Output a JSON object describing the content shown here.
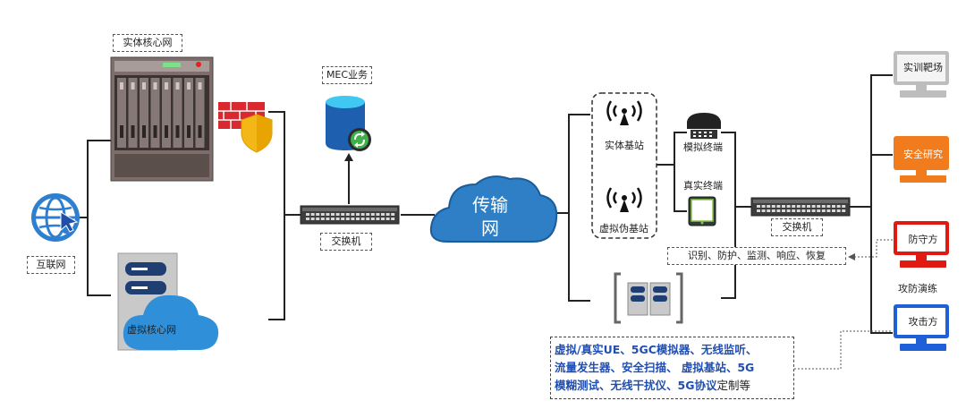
{
  "labels": {
    "physical_core": "实体核心网",
    "internet": "互联网",
    "virtual_core": "虚拟核心网",
    "mec": "MEC业务",
    "switch_left": "交换机",
    "transmission_line1": "传输",
    "transmission_line2": "网",
    "physical_bs": "实体基站",
    "fake_bs": "虚拟伪基站",
    "sim_terminal": "模拟终端",
    "real_terminal": "真实终端",
    "switch_right": "交换机",
    "capabilities": "识别、防护、监测、响应、恢复",
    "range": "实训靶场",
    "security_research": "安全研究",
    "defender": "防守方",
    "drill": "攻防演练",
    "attacker": "攻击方"
  },
  "tools": {
    "line1": "虚拟/真实UE、5GC模拟器、无线监听、",
    "line2": "流量发生器、安全扫描、 虚拟基站、5G",
    "line3_bold": "模糊测试、无线干扰仪、5G协议",
    "line3_tail": "定制等"
  },
  "colors": {
    "monitor_gray": "#bdbdbd",
    "monitor_orange": "#f07c1e",
    "monitor_red": "#e01a12",
    "monitor_blue": "#1f5fd8",
    "cloud_blue": "#2f7fc6",
    "tool_text_blue": "#1f4fb5"
  },
  "icons": [
    "server-rack-icon",
    "firewall-icon",
    "shield-icon",
    "globe-icon",
    "virtual-server-icon",
    "cloud-icon",
    "database-icon",
    "switch-icon",
    "antenna-icon",
    "phone-icon",
    "tablet-icon",
    "tool-server-icon",
    "monitor-icon"
  ]
}
